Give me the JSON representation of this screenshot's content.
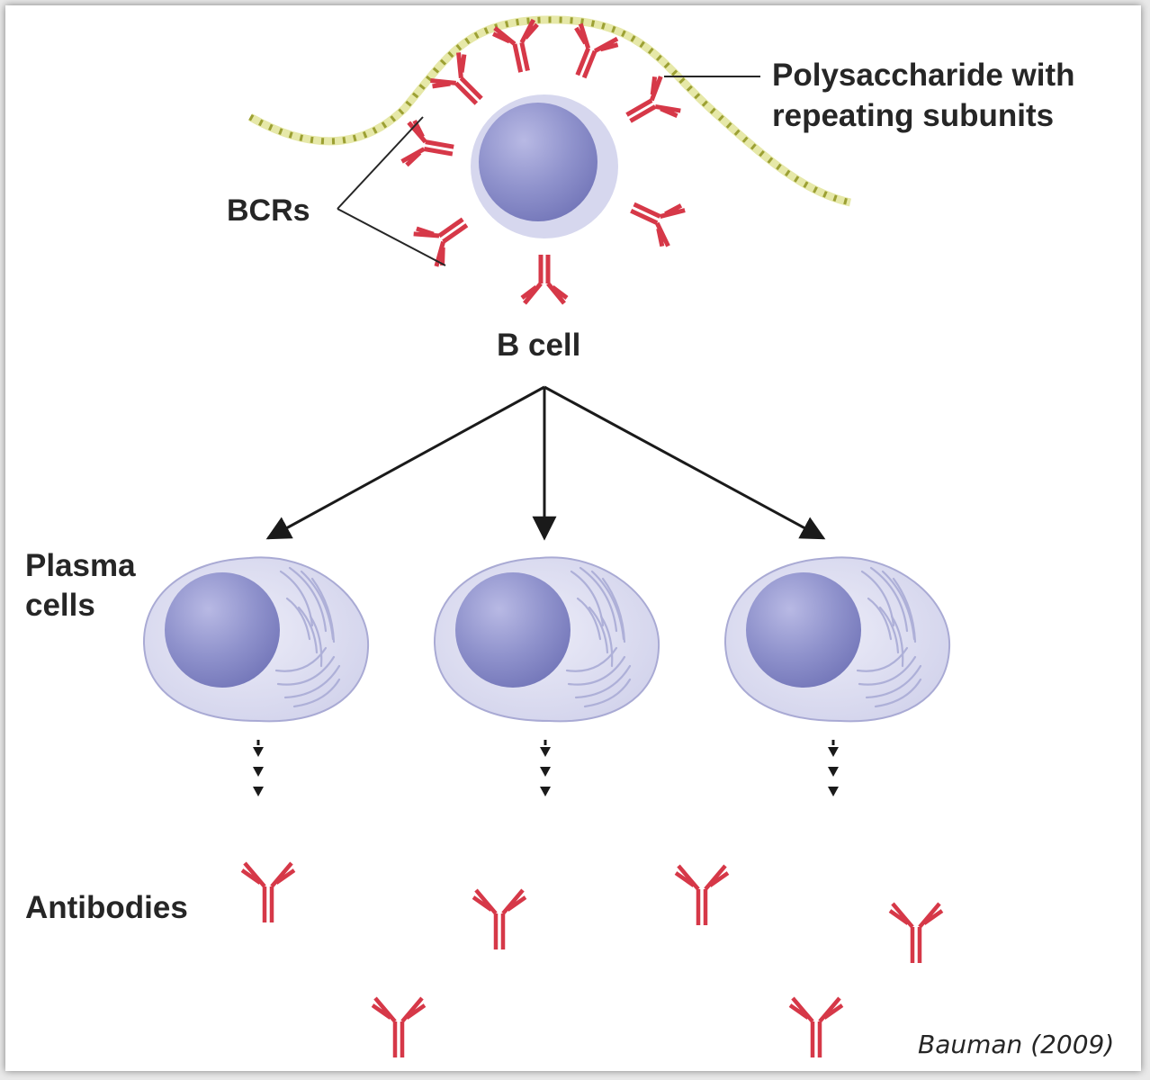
{
  "labels": {
    "polysaccharide_line1": "Polysaccharide with",
    "polysaccharide_line2": "repeating subunits",
    "bcrs": "BCRs",
    "b_cell": "B cell",
    "plasma_line1": "Plasma",
    "plasma_line2": "cells",
    "antibodies": "Antibodies"
  },
  "credit": "Bauman (2009)",
  "colors": {
    "antibody": "#d63848",
    "polysaccharide_bead": "#b8bc42",
    "nucleus": "#8f92cc",
    "cell_body": "#dcdcf1",
    "arrow": "#1a1a1a"
  }
}
